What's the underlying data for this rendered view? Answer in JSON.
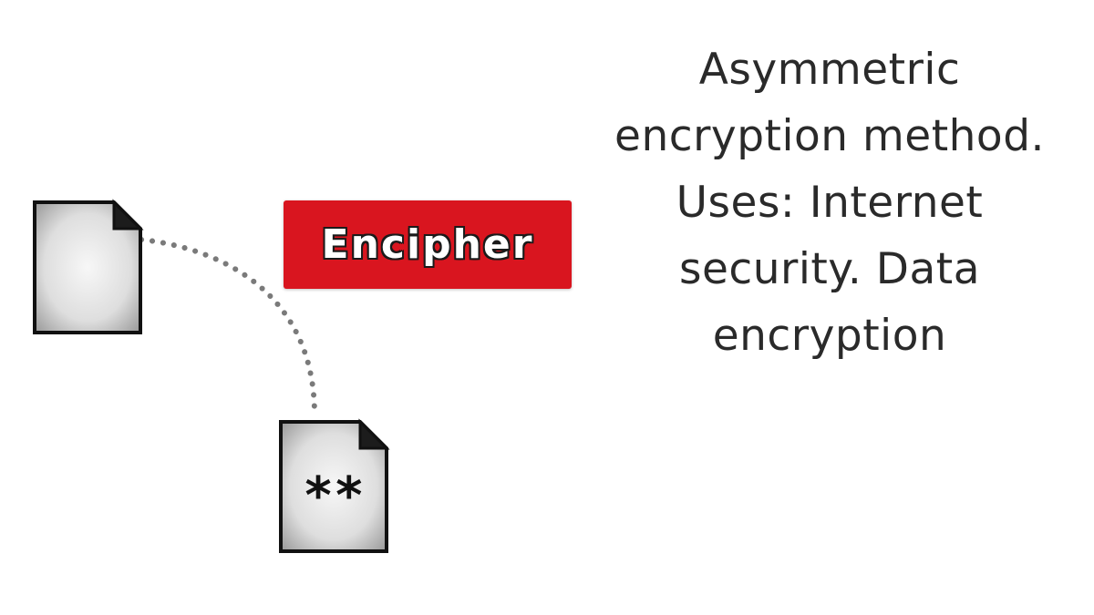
{
  "process": {
    "label": "Encipher",
    "label_color": "#d9151f"
  },
  "documents": {
    "plain": {
      "icon": "document-icon"
    },
    "encrypted": {
      "icon": "encrypted-document-icon",
      "content": "**"
    }
  },
  "description": {
    "lines": [
      "Asymmetric",
      "encryption method.",
      "Uses: Internet",
      "security. Data",
      "encryption"
    ]
  }
}
